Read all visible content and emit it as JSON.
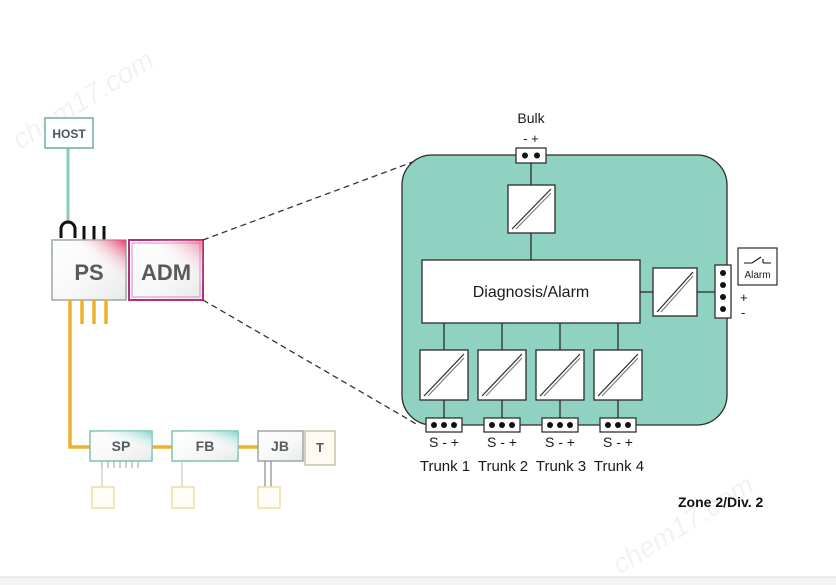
{
  "host": {
    "label": "HOST"
  },
  "power_supply": {
    "label": "PS"
  },
  "adm": {
    "label": "ADM"
  },
  "field_devices": {
    "sp": "SP",
    "fb": "FB",
    "jb": "JB",
    "t": "T"
  },
  "module": {
    "bulk_label": "Bulk",
    "bulk_polarity": "- +",
    "diagnosis_label": "Diagnosis/Alarm",
    "alarm_label": "Alarm",
    "alarm_plus": "+",
    "alarm_minus": "-"
  },
  "trunks": [
    {
      "polarity": "S - +",
      "label": "Trunk 1"
    },
    {
      "polarity": "S - +",
      "label": "Trunk 2"
    },
    {
      "polarity": "S - +",
      "label": "Trunk 3"
    },
    {
      "polarity": "S - +",
      "label": "Trunk 4"
    }
  ],
  "zone_label": "Zone 2/Div. 2",
  "watermark": "chem17.com",
  "colors": {
    "module_fill": "#8fd2c2",
    "fieldbus_line": "#ebb32c",
    "host_line": "#8ccbb6",
    "adm_border": "#b0307f"
  }
}
